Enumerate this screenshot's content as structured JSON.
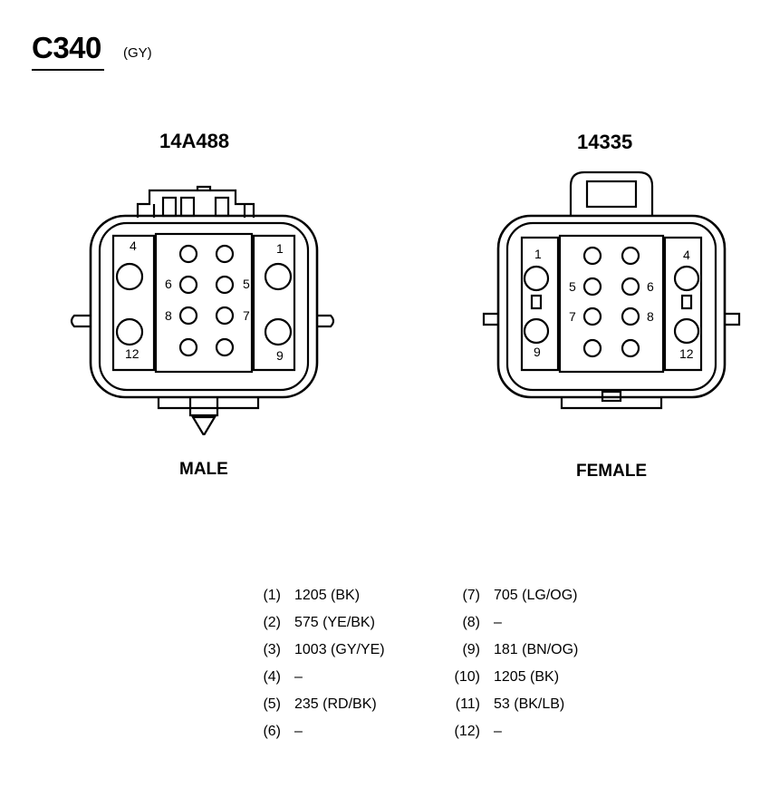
{
  "header": {
    "title": "C340",
    "subtitle": "(GY)"
  },
  "connectors": [
    {
      "part": "14A488",
      "gender": "MALE",
      "pin_labels": [
        "4",
        "1",
        "6",
        "5",
        "8",
        "7",
        "12",
        "9"
      ]
    },
    {
      "part": "14335",
      "gender": "FEMALE",
      "pin_labels": [
        "1",
        "4",
        "5",
        "6",
        "7",
        "8",
        "9",
        "12"
      ]
    }
  ],
  "pinout": {
    "left": [
      {
        "pin": "(1)",
        "value": "1205 (BK)"
      },
      {
        "pin": "(2)",
        "value": "575 (YE/BK)"
      },
      {
        "pin": "(3)",
        "value": "1003 (GY/YE)"
      },
      {
        "pin": "(4)",
        "value": "–"
      },
      {
        "pin": "(5)",
        "value": "235 (RD/BK)"
      },
      {
        "pin": "(6)",
        "value": "–"
      }
    ],
    "right": [
      {
        "pin": "(7)",
        "value": "705 (LG/OG)"
      },
      {
        "pin": "(8)",
        "value": "–"
      },
      {
        "pin": "(9)",
        "value": "181 (BN/OG)"
      },
      {
        "pin": "(10)",
        "value": "1205 (BK)"
      },
      {
        "pin": "(11)",
        "value": "53 (BK/LB)"
      },
      {
        "pin": "(12)",
        "value": "–"
      }
    ]
  }
}
